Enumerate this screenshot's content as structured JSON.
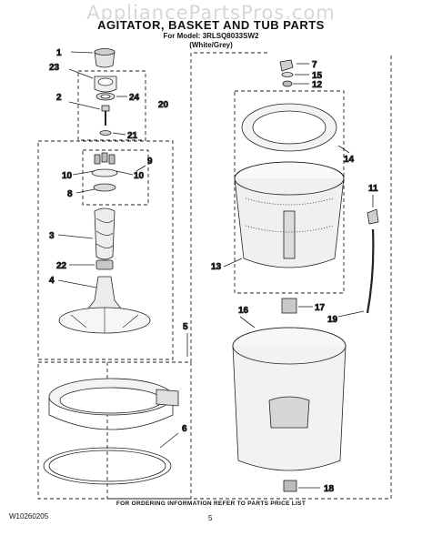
{
  "watermark": "AppliancePartsPros.com",
  "title": "AGITATOR, BASKET AND TUB PARTS",
  "model_line": "For Model: 3RLSQ8033SW2",
  "color_line": "(White/Grey)",
  "footer_note": "FOR ORDERING INFORMATION REFER TO PARTS PRICE LIST",
  "doc_number": "W10260205",
  "page_number": "5",
  "callouts": {
    "c1": "1",
    "c23": "23",
    "c2": "2",
    "c24": "24",
    "c21": "21",
    "c20": "20",
    "c10a": "10",
    "c10b": "10",
    "c9": "9",
    "c8": "8",
    "c3": "3",
    "c22": "22",
    "c4": "4",
    "c5": "5",
    "c6": "6",
    "c7": "7",
    "c15": "15",
    "c12": "12",
    "c14": "14",
    "c11": "11",
    "c13": "13",
    "c16": "16",
    "c17": "17",
    "c19": "19",
    "c18": "18"
  }
}
